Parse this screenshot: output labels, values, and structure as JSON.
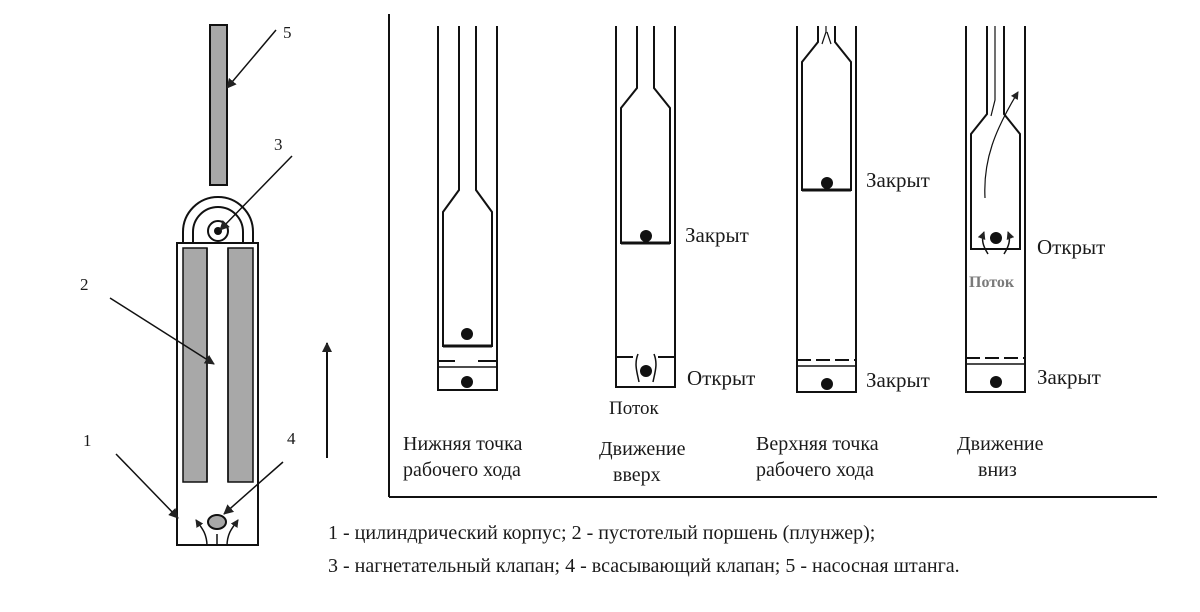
{
  "callouts": [
    "5",
    "3",
    "2",
    "1",
    "4"
  ],
  "stages": [
    {
      "caption": [
        "Нижняя точка",
        "рабочего хода"
      ]
    },
    {
      "caption": [
        "Движение",
        "вверх"
      ],
      "flow": "Поток",
      "upper_state": "Закрыт",
      "lower_state": "Открыт"
    },
    {
      "caption": [
        "Верхняя точка",
        "рабочего хода"
      ],
      "upper_state": "Закрыт",
      "lower_state": "Закрыт"
    },
    {
      "caption": [
        "Движение",
        "вниз"
      ],
      "flow": "Поток",
      "upper_state": "Открыт",
      "lower_state": "Закрыт"
    }
  ],
  "legend": [
    "1 - цилиндрический корпус; 2 - пустотелый поршень (плунжер);",
    "3 - нагнетательный клапан; 4 - всасывающий клапан; 5 - насосная штанга."
  ]
}
